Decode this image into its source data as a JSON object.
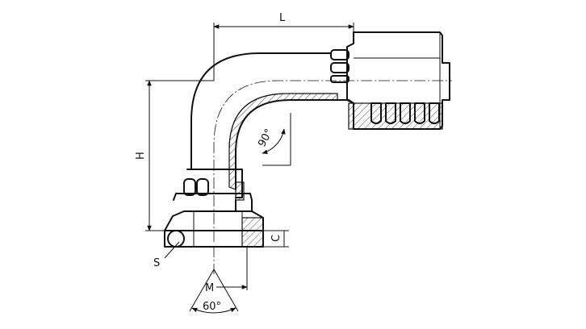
{
  "drawing": {
    "labels": {
      "L": "L",
      "H": "H",
      "C": "C",
      "S": "S",
      "M": "M",
      "angle_bend": "90°",
      "angle_thread": "60°"
    }
  }
}
